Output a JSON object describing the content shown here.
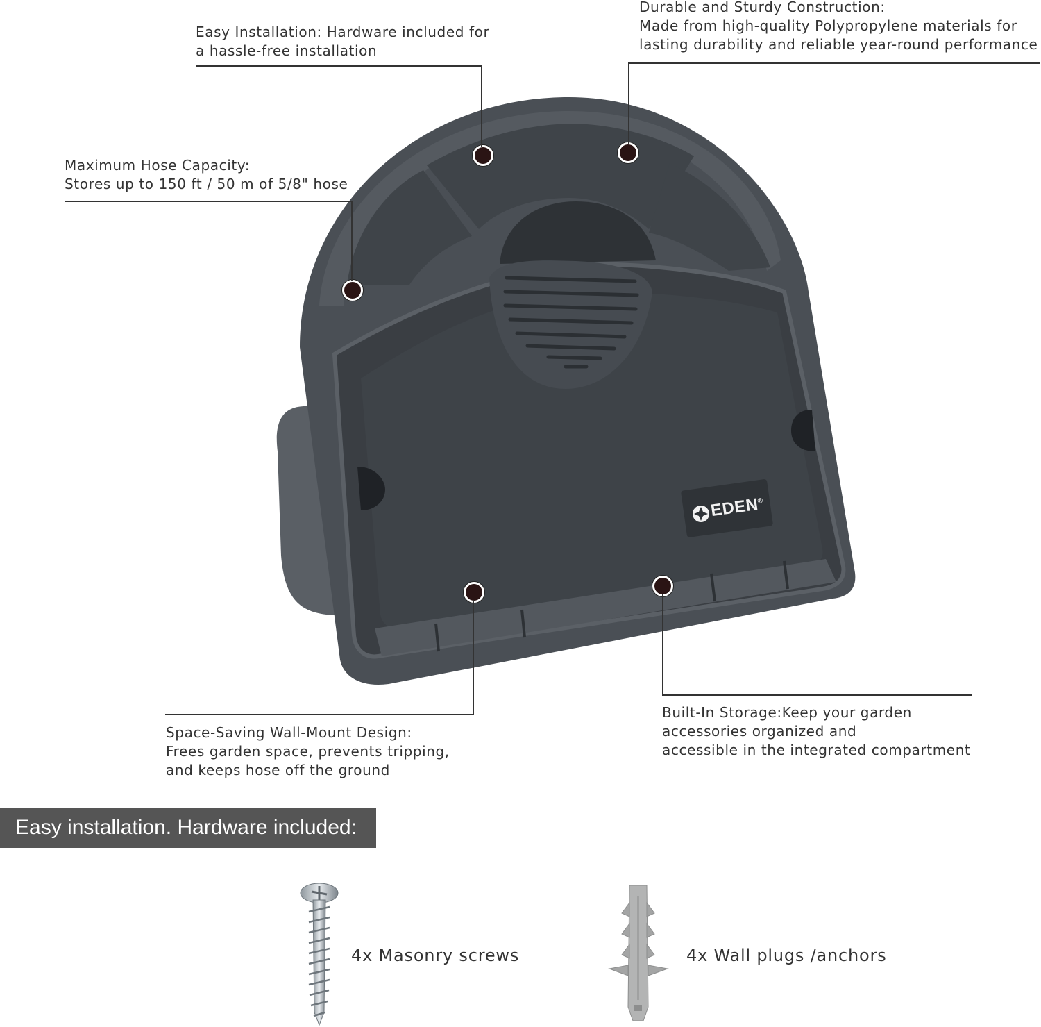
{
  "callouts": {
    "installation": {
      "line1": "Easy Installation: Hardware included for",
      "line2": "a hassle-free installation"
    },
    "construction": {
      "line1": "Durable and Sturdy Construction:",
      "line2": "Made from high-quality Polypropylene materials for",
      "line3": "lasting durability and reliable year-round performance"
    },
    "capacity": {
      "line1": "Maximum Hose Capacity:",
      "line2": "Stores up to 150 ft / 50 m of 5/8\" hose"
    },
    "wall_mount": {
      "line1": "Space-Saving Wall-Mount Design:",
      "line2": "Frees garden space, prevents tripping,",
      "line3": "and keeps hose off the ground"
    },
    "storage": {
      "line1": "Built-In Storage:Keep your garden",
      "line2": "accessories organized and",
      "line3": "accessible in the integrated compartment"
    }
  },
  "product": {
    "brand": "EDEN",
    "registered_mark": "®",
    "body_color": "#4a4f55",
    "panel_color": "#3e4348"
  },
  "hardware_section": {
    "title": "Easy installation. Hardware included:",
    "items": [
      {
        "label": "4x Masonry screws",
        "icon": "screw-icon"
      },
      {
        "label": "4x Wall plugs /anchors",
        "icon": "wall-anchor-icon"
      }
    ]
  }
}
